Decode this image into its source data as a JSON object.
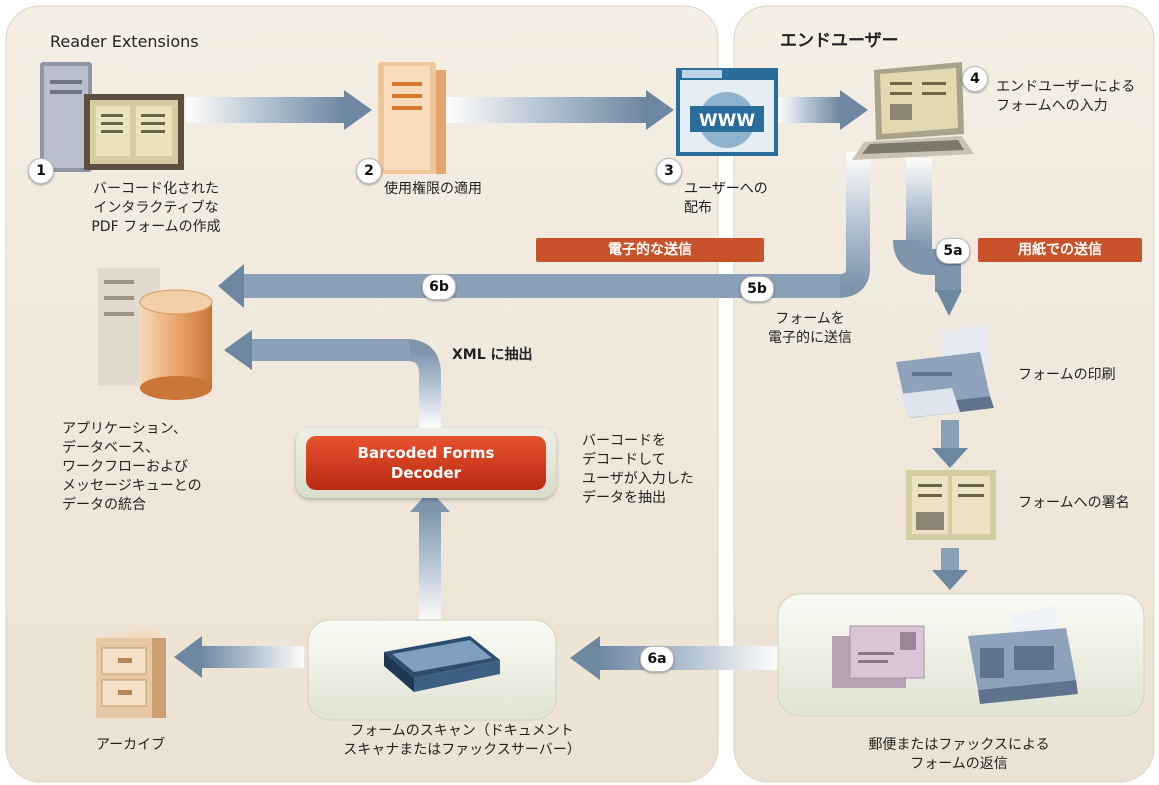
{
  "panels": {
    "left_title": "Reader Extensions",
    "right_title": "エンドユーザー"
  },
  "steps": {
    "s1": {
      "num": "1",
      "label": "バーコード化された\nインタラクティブな\nPDF フォームの作成"
    },
    "s2": {
      "num": "2",
      "label": "使用権限の適用"
    },
    "s3": {
      "num": "3",
      "label": "ユーザーへの\n配布"
    },
    "s4": {
      "num": "4",
      "label": "エンドユーザーによる\nフォームへの入力"
    },
    "s5a": {
      "num": "5a",
      "tag": "用紙での送信"
    },
    "s5b": {
      "num": "5b",
      "tag": "電子的な送信",
      "label": "フォームを\n電子的に送信"
    },
    "s6a": {
      "num": "6a"
    },
    "s6b": {
      "num": "6b"
    }
  },
  "labels": {
    "print": "フォームの印刷",
    "sign": "フォームへの署名",
    "return": "郵便またはファックスによる\nフォームの返信",
    "scan": "フォームのスキャン（ドキュメント\nスキャナまたはファックスサーバー）",
    "archive": "アーカイブ",
    "integration": "アプリケーション、\nデータベース、\nワークフローおよび\nメッセージキューとの\nデータの統合",
    "xml": "XML に抽出",
    "decode": "バーコードを\nデコードして\nユーザが入力した\nデータを抽出",
    "decoder": "Barcoded Forms\nDecoder",
    "www": "WWW"
  },
  "colors": {
    "panel": "#f2ebe0",
    "arrow": "#7d94ab",
    "tag": "#c8522a",
    "decoder": "#d33a1d"
  }
}
